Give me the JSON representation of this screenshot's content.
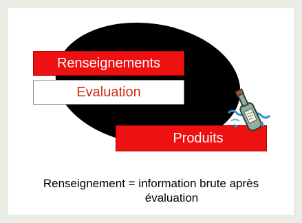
{
  "diagram": {
    "boxes": [
      {
        "label": "Renseignements"
      },
      {
        "label": "Evaluation"
      },
      {
        "label": "Produits"
      }
    ],
    "caption": {
      "line1": "Renseignement  = information brute après",
      "line2": "évaluation"
    },
    "colors": {
      "red_box": "#ee1111",
      "white_box_text": "#d42a1a",
      "ellipse": "#000000",
      "background": "#e9ede3"
    },
    "icons": [
      "bottle-message-icon"
    ]
  }
}
